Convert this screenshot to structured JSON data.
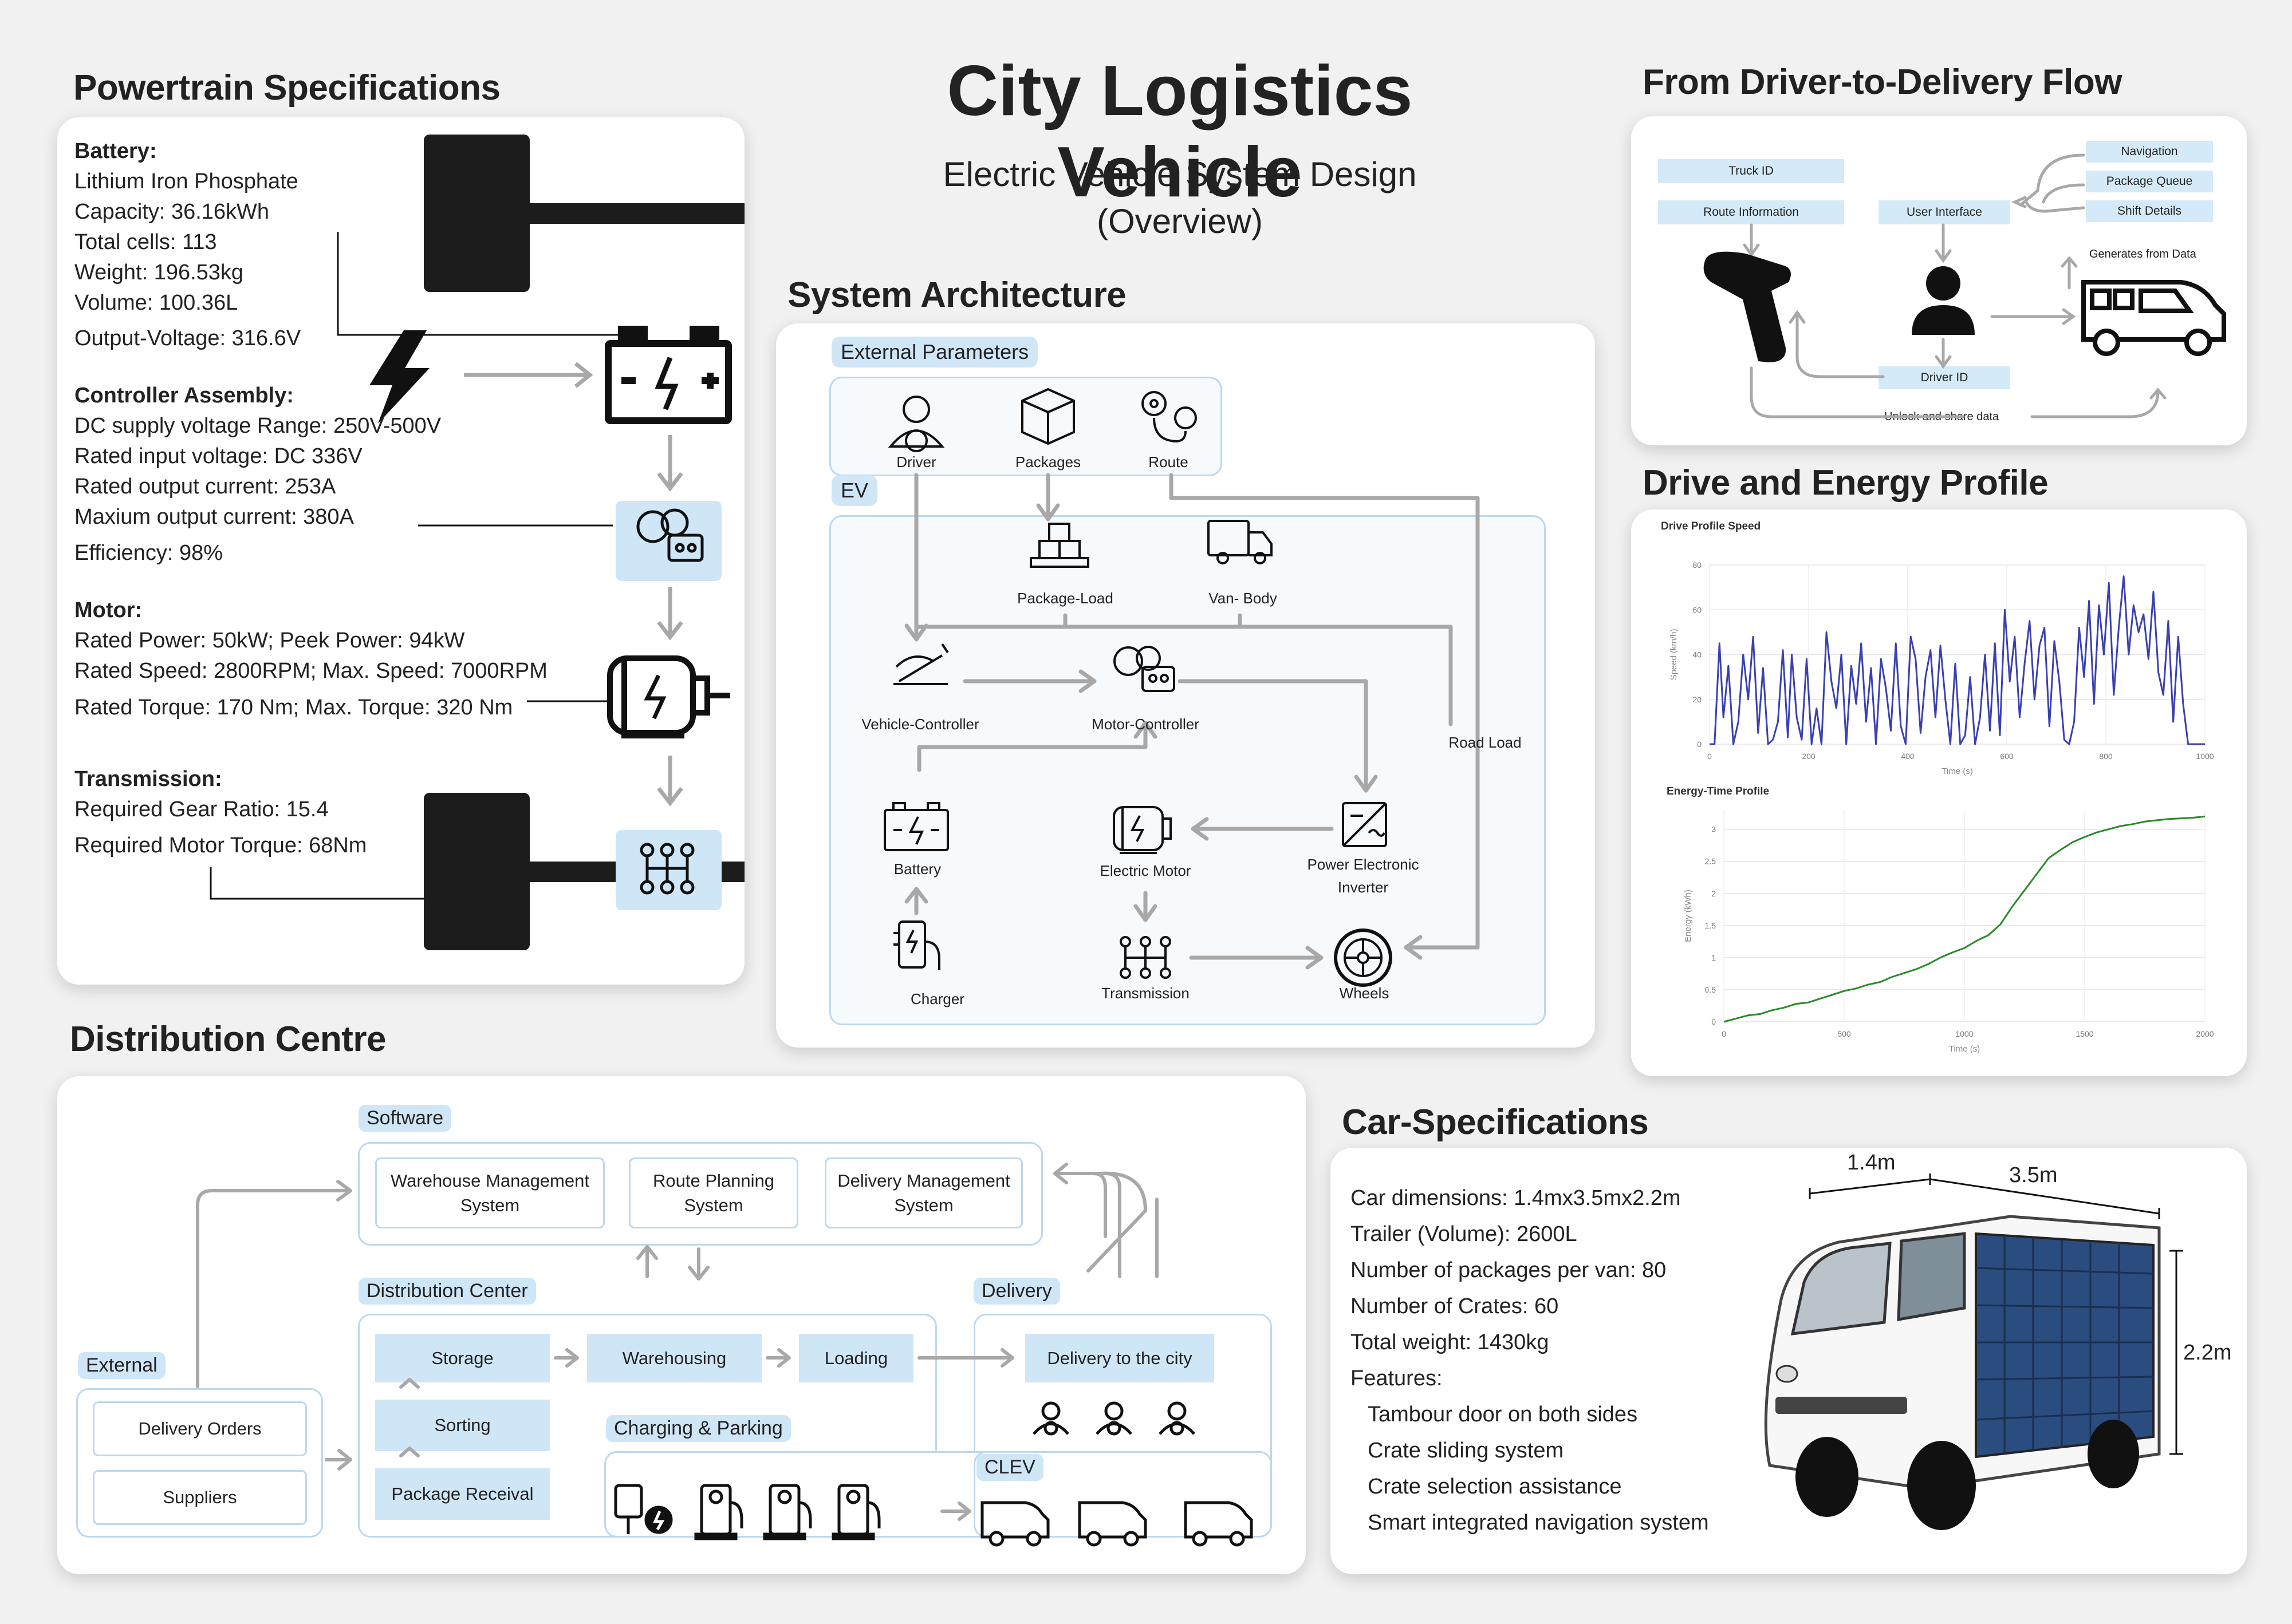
{
  "header": {
    "title": "City Logistics Vehicle",
    "subtitle_line1": "Electric Vehicle System Design",
    "subtitle_line2": "(Overview)"
  },
  "powertrain": {
    "title": "Powertrain Specifications",
    "battery": {
      "heading": "Battery:",
      "lines": [
        "Lithium Iron Phosphate",
        "Capacity: 36.16kWh",
        "Total cells: 113",
        "Weight: 196.53kg",
        "Volume: 100.36L",
        "Output-Voltage: 316.6V"
      ]
    },
    "controller": {
      "heading": "Controller Assembly:",
      "lines": [
        "DC supply voltage Range: 250V-500V",
        "Rated input voltage: DC 336V",
        "Rated output current: 253A",
        "Maxium output current: 380A",
        "Efficiency: 98%"
      ]
    },
    "motor": {
      "heading": "Motor:",
      "lines": [
        "Rated Power: 50kW; Peek Power: 94kW",
        "Rated Speed: 2800RPM; Max. Speed: 7000RPM",
        "Rated Torque: 170 Nm; Max. Torque: 320 Nm"
      ]
    },
    "transmission": {
      "heading": "Transmission:",
      "lines": [
        "Required Gear Ratio: 15.4",
        "Required Motor Torque: 68Nm"
      ]
    }
  },
  "architecture": {
    "title": "System Architecture",
    "external_label": "External Parameters",
    "ev_label": "EV",
    "nodes": {
      "driver": "Driver",
      "packages": "Packages",
      "route": "Route",
      "package_load": "Package-Load",
      "van_body": "Van- Body",
      "vehicle_controller": "Vehicle-Controller",
      "motor_controller": "Motor-Controller",
      "road_load": "Road Load",
      "battery": "Battery",
      "electric_motor": "Electric Motor",
      "power_electronic_1": "Power Electronic",
      "power_electronic_2": "Inverter",
      "charger": "Charger",
      "transmission": "Transmission",
      "wheels": "Wheels"
    }
  },
  "flow": {
    "title": "From Driver-to-Delivery Flow",
    "truck_id": "Truck ID",
    "route_information": "Route Information",
    "user_interface": "User Interface",
    "navigation": "Navigation",
    "package_queue": "Package Queue",
    "shift_details": "Shift Details",
    "generates": "Generates from Data",
    "driver_id": "Driver ID",
    "unlock": "Unlock and share data"
  },
  "profile": {
    "title": "Drive and Energy Profile"
  },
  "chart_data": [
    {
      "type": "line",
      "title": "Drive Profile Speed",
      "xlabel": "Time (s)",
      "ylabel": "Speed (km/h)",
      "xlim": [
        0,
        1000
      ],
      "ylim": [
        0,
        80
      ],
      "xticks": [
        0,
        200,
        400,
        600,
        800,
        1000
      ],
      "yticks": [
        0,
        20,
        40,
        60,
        80
      ],
      "grid": true,
      "series": [
        {
          "color": "#3a40b0",
          "x": [
            0,
            10,
            20,
            28,
            38,
            48,
            58,
            68,
            78,
            88,
            98,
            108,
            118,
            128,
            138,
            148,
            158,
            166,
            176,
            186,
            196,
            206,
            216,
            226,
            236,
            246,
            256,
            266,
            276,
            286,
            296,
            306,
            316,
            326,
            336,
            346,
            356,
            366,
            376,
            386,
            396,
            406,
            416,
            426,
            436,
            446,
            456,
            466,
            476,
            486,
            496,
            506,
            516,
            526,
            536,
            546,
            556,
            566,
            576,
            586,
            596,
            606,
            616,
            626,
            636,
            646,
            656,
            666,
            676,
            686,
            696,
            706,
            716,
            726,
            736,
            746,
            756,
            766,
            776,
            786,
            796,
            806,
            816,
            826,
            836,
            846,
            856,
            866,
            876,
            886,
            896,
            906,
            916,
            926,
            936,
            946,
            956,
            966,
            976,
            986,
            996,
            1000
          ],
          "values": [
            0,
            0,
            45,
            12,
            35,
            0,
            10,
            40,
            20,
            48,
            5,
            34,
            0,
            2,
            10,
            42,
            3,
            40,
            12,
            2,
            38,
            0,
            16,
            0,
            50,
            28,
            16,
            40,
            0,
            35,
            18,
            45,
            10,
            34,
            0,
            38,
            25,
            6,
            45,
            8,
            0,
            48,
            38,
            5,
            30,
            42,
            12,
            44,
            20,
            0,
            36,
            0,
            4,
            30,
            0,
            12,
            40,
            6,
            45,
            4,
            60,
            28,
            48,
            12,
            36,
            55,
            20,
            44,
            52,
            8,
            46,
            28,
            2,
            0,
            10,
            52,
            30,
            64,
            18,
            62,
            40,
            72,
            22,
            52,
            75,
            40,
            62,
            50,
            58,
            38,
            68,
            32,
            22,
            55,
            10,
            48,
            18,
            0,
            0,
            0,
            0,
            0
          ]
        }
      ]
    },
    {
      "type": "line",
      "title": "Energy-Time Profile",
      "xlabel": "Time (s)",
      "ylabel": "Energy (kWh)",
      "xlim": [
        0,
        2000
      ],
      "ylim": [
        0,
        3.3
      ],
      "xticks": [
        0,
        500,
        1000,
        1500,
        2000
      ],
      "yticks": [
        0,
        0.5,
        1,
        1.5,
        2,
        2.5,
        3
      ],
      "grid": true,
      "series": [
        {
          "color": "#2a8a2a",
          "x": [
            0,
            50,
            100,
            150,
            200,
            250,
            300,
            350,
            400,
            450,
            500,
            550,
            600,
            650,
            700,
            750,
            800,
            850,
            900,
            950,
            1000,
            1050,
            1100,
            1150,
            1200,
            1250,
            1300,
            1350,
            1400,
            1450,
            1500,
            1550,
            1600,
            1650,
            1700,
            1750,
            1800,
            1850,
            1900,
            1950,
            2000
          ],
          "values": [
            0,
            0.05,
            0.1,
            0.12,
            0.18,
            0.22,
            0.28,
            0.3,
            0.36,
            0.42,
            0.48,
            0.52,
            0.58,
            0.62,
            0.7,
            0.76,
            0.82,
            0.9,
            1.0,
            1.08,
            1.15,
            1.26,
            1.35,
            1.52,
            1.8,
            2.05,
            2.3,
            2.55,
            2.68,
            2.8,
            2.88,
            2.95,
            3.0,
            3.05,
            3.08,
            3.12,
            3.14,
            3.16,
            3.17,
            3.18,
            3.2
          ]
        }
      ]
    }
  ],
  "distribution": {
    "title": "Distribution Centre",
    "software_tag": "Software",
    "wms": [
      "Warehouse Management",
      "System"
    ],
    "rps": [
      "Route Planning",
      "System"
    ],
    "dms": [
      "Delivery Management",
      "System"
    ],
    "dc_tag": "Distribution Center",
    "storage": "Storage",
    "sorting": "Sorting",
    "package_receival": "Package Receival",
    "warehousing": "Warehousing",
    "loading": "Loading",
    "delivery_tag": "Delivery",
    "delivery_city": "Delivery to the city",
    "charging_tag": "Charging & Parking",
    "clev_tag": "CLEV",
    "external_tag": "External",
    "delivery_orders": "Delivery Orders",
    "suppliers": "Suppliers"
  },
  "car": {
    "title": "Car-Specifications",
    "lines": [
      "Car dimensions:  1.4mx3.5mx2.2m",
      "Trailer (Volume): 2600L",
      "Number of packages per van: 80",
      "Number of Crates: 60",
      "Total weight:  1430kg",
      "Features:"
    ],
    "features": [
      "Tambour door on both sides",
      "Crate sliding system",
      "Crate selection assistance",
      "Smart integrated navigation system"
    ],
    "dim_w": "1.4m",
    "dim_l": "3.5m",
    "dim_h": "2.2m"
  }
}
